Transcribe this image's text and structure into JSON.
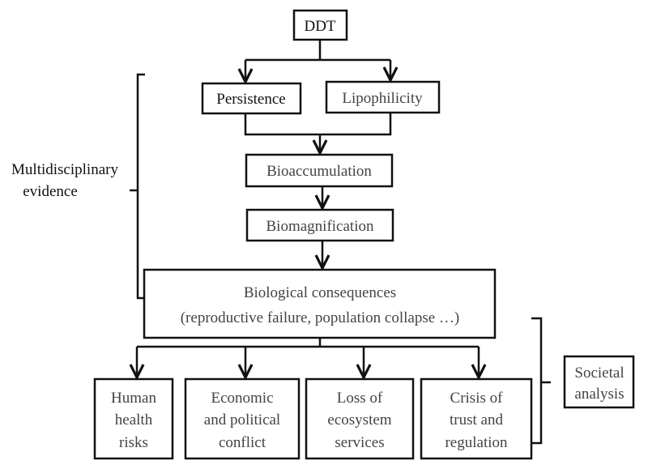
{
  "nodes": {
    "ddt": "DDT",
    "persistence": "Persistence",
    "lipophilicity": "Lipophilicity",
    "bioaccumulation": "Bioaccumulation",
    "biomagnification": "Biomagnification",
    "bio_consequences": [
      "Biological consequences",
      "(reproductive failure,  population collapse …)"
    ],
    "human_health": [
      "Human",
      "health",
      "risks"
    ],
    "economic": [
      "Economic",
      "and political",
      "conflict"
    ],
    "ecosystem": [
      "Loss of",
      "ecosystem",
      "services"
    ],
    "trust": [
      "Crisis of",
      "trust and",
      "regulation"
    ]
  },
  "brackets": {
    "left_label": [
      "Multidisciplinary",
      "evidence"
    ],
    "right_label": [
      "Societal",
      "analysis"
    ]
  }
}
